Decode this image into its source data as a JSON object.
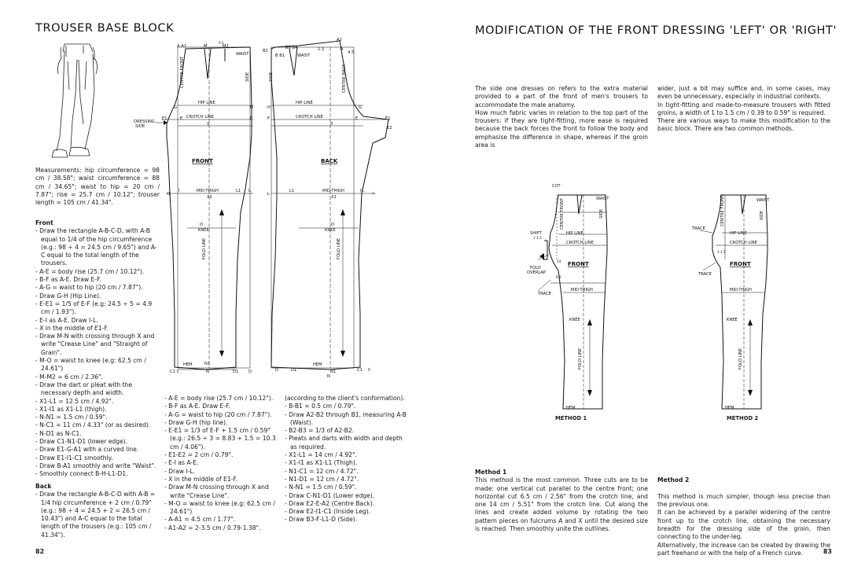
{
  "left": {
    "title": "TROUSER BASE BLOCK",
    "page_number": "82",
    "measurements": "Measurements: hip circumference = 98 cm / 38.58\"; waist circumference = 88 cm / 34.65\"; waist to hip = 20 cm / 7.87\"; rise = 25.7 cm / 10.12\"; trouser length = 105 cm / 41.34\".",
    "front_heading": "Front",
    "front_steps": [
      "- Draw the rectangle A-B-C-D, with A-B equal to 1/4 of the hip circumference (e.g.: 98 ÷ 4 = 24.5 cm / 9.65\") and A-C equal to the total length of the trousers.",
      "- A-E = body rise (25.7 cm / 10.12\").",
      "- B-F as A-E. Draw E-F.",
      "- A-G = waist to hip (20 cm / 7.87\").",
      "- Draw G-H (Hip Line).",
      "- E-E1 = 1/5 of E-F (e.g: 24.5 ÷ 5 = 4.9 cm / 1.93\").",
      "- E-I as A-E. Draw I-L.",
      "- X in the middle of E1-F.",
      "- Draw M-N with crossing through X and write \"Crease Line\" and \"Straight of Grain\".",
      "- M-O = waist to knee (e.g: 62.5 cm / 24.61\")",
      "- M-M2 = 6 cm / 2.36\".",
      "- Draw the dart or pleat with the necessary depth and width.",
      "- X1-L1 = 12.5 cm / 4.92\".",
      "- X1-I1 as X1-L1 (thigh).",
      "- N-N1 = 1.5 cm / 0.59\".",
      "- N-C1 = 11 cm / 4.33\" (or as desired).",
      "- N-D1 as N-C1.",
      "- Draw C1-N1-D1 (lower edge).",
      "- Draw E1-G-A1 with a curved line.",
      "- Draw E1-I1-C1 smoothly.",
      "- Draw B-A1 smoothly and write \"Waist\".",
      "- Smoothly connect B-H-L1-D1."
    ],
    "back_heading": "Back",
    "back_steps_col1": [
      "- Draw the rectangle A-B-C-D with A-B = 1/4 hip circumference + 2 cm / 0.79\" (e.g.: 98 ÷ 4 = 24.5 + 2 = 26.5 cm / 10.43\") and A-C equal to the total length of the trousers (e.g.: 105 cm / 41.34\")."
    ],
    "back_steps_col2": [
      "- A-E = body rise (25.7 cm / 10.12\").",
      "- B-F as A-E. Draw E-F.",
      "- A-G = waist to hip (20 cm / 7.87\").",
      "- Draw G-H (hip line).",
      "- E-E1 = 1/3 of E-F + 1.5 cm / 0.59\" (e.g.: 26.5 ÷ 3 = 8.83 + 1.5 = 10.3 cm / 4.06\").",
      "- E1-E2 = 2 cm / 0.79\".",
      "- E-I as A-E.",
      "- Draw I-L.",
      "- X in the middle of E1-F.",
      "- Draw M-N crossing through X and write \"Crease Line\".",
      "- M-O = waist to knee (e.g: 62.5 cm / 24.61\")",
      "- A-A1 = 4.5 cm / 1.77\".",
      "- A1-A2 = 2-3.5 cm / 0.79-1.38\"."
    ],
    "back_steps_col3": [
      "(according to the client's conformation).",
      "- B-B1 = 0.5 cm / 0.79\".",
      "- Draw A2-B2 through B1, measuring A-B (Waist).",
      "- B2-B3 = 1/3 of A2-B2.",
      "- Pleats and darts with width and depth as required.",
      "- X1-L1 = 14 cm / 4.92\".",
      "- X1-I1 as X1-L1 (Thigh).",
      "- N1-C1 = 12 cm / 4.72\".",
      "- N1-D1 = 12 cm / 4.72\".",
      "- N-N1 = 1.5 cm / 0.59\".",
      "- Draw C-N1-D1 (Lower edge).",
      "- Draw E2-E-A2 (Centre Back).",
      "- Draw E2-I1-C1 (Inside Leg).",
      "- Draw B3-F-L1-D (Side)."
    ],
    "front_diagram": {
      "label": "FRONT",
      "points": [
        "A",
        "A1",
        "M",
        "M2",
        "0.5",
        "WAIST",
        "CENTRE FRONT",
        "SIDE",
        "G",
        "H",
        "HIP LINE",
        "E1",
        "E",
        "F",
        "CROTCH LINE",
        "X",
        "DRESSING SIDE",
        "I",
        "I1",
        "MID-THIGH",
        "L1",
        "L",
        "X1",
        "O",
        "KNEE",
        "FOLD LINE",
        "HEM",
        "N1",
        "C1",
        "C",
        "N",
        "D1",
        "D"
      ]
    },
    "back_diagram": {
      "label": "BACK",
      "points": [
        "B2",
        "B3",
        "B1",
        "A2",
        "A",
        "B",
        "1.5",
        "4.5",
        "WAIST",
        "SIDE",
        "CENTRE BACK",
        "G",
        "H",
        "HIP LINE",
        "F",
        "E",
        "E1",
        "E2",
        "CROTCH LINE",
        "X",
        "I",
        "I1",
        "L",
        "L1",
        "MID-THIGH",
        "X1",
        "O",
        "KNEE",
        "FOLD LINE",
        "HEM",
        "N",
        "N1",
        "C1",
        "C",
        "D",
        "D1"
      ]
    }
  },
  "right": {
    "title": "MODIFICATION OF THE FRONT DRESSING 'LEFT' OR 'RIGHT'",
    "page_number": "83",
    "intro_col1": "The side one dresses on refers to the extra material provided to a part of the front of men's trousers to accommodate the male anatomy.\nHow much fabric varies in relation to the top part of the trousers: if they are tight-fitting, more ease is required because the back forces the front to follow the body and emphasise the difference in shape, whereas if the groin area is",
    "intro_col2": "wider, just a bit may suffice and, in some cases, may even be unnecessary, especially in industrial contexts.\nIn tight-fitting and made-to-measure trousers with fitted groins, a width of 1 to 1.5 cm / 0.39 to 0.59\" is required.\nThere are various ways to make this modification to the basic block. There are two common methods.",
    "method1": {
      "caption": "METHOD 1",
      "labels": [
        "CUT",
        "SHIFT",
        "1-1.5",
        "WAIST",
        "CENTRE FRONT",
        "SIDE",
        "HIP LINE",
        "CROTCH LINE",
        "FRONT",
        "14",
        "FOLD OVERLAP",
        "6.5",
        "TRACE",
        "MID-THIGH",
        "KNEE",
        "FOLD LINE",
        "HEM"
      ],
      "heading": "Method 1",
      "text": "This method is the most common. Three cuts are to be made: one vertical cut parallel to the centre front; one horizontal cut 6.5 cm / 2.56\" from the crotch line, and one 14 cm / 5.51\" from the crotch line. Cut along the lines and create added volume by rotating the two pattern pieces on fulcrums A and X until the desired size is reached. Then smoothly unite the outlines."
    },
    "method2": {
      "caption": "METHOD 2",
      "labels": [
        "TRACE",
        "WAIST",
        "CENTRE FRONT",
        "SIDE",
        "HIP LINE",
        "CROTCH LINE",
        "1-1.5",
        "TRACE",
        "FRONT",
        "MID-THIGH",
        "KNEE",
        "FOLD LINE",
        "HEM"
      ],
      "heading": "Method 2",
      "text": "This method is much simpler, though less precise than the previous one.\nIt can be achieved by a parallel widening of the centre front up to the crotch line, obtaining the necessary breadth for the dressing side of the groin, then connecting to the under-leg.\nAlternatively, the increase can be created by drawing the part freehand or with the help of a French curve."
    }
  }
}
